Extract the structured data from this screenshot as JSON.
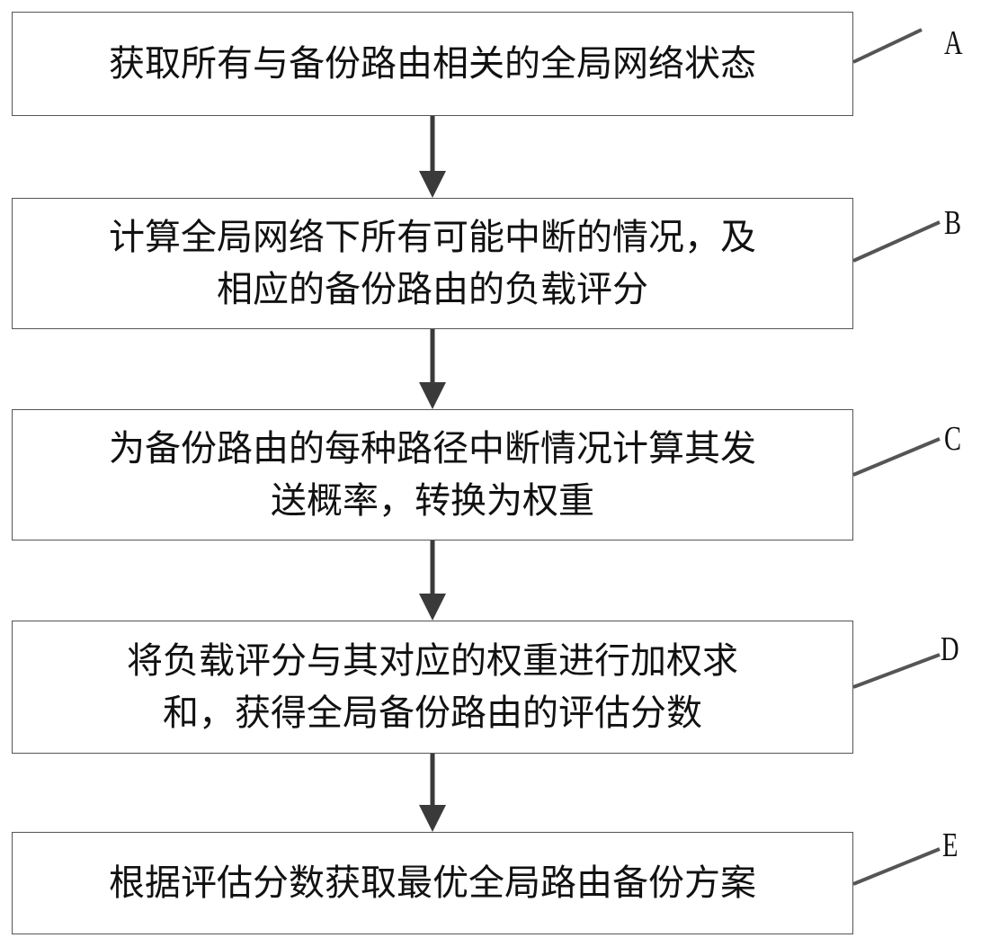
{
  "diagram": {
    "type": "flowchart",
    "direction": "top-to-bottom",
    "steps": [
      {
        "id": "A",
        "label": "A",
        "lines": [
          "获取所有与备份路由相关的全局网络状态"
        ]
      },
      {
        "id": "B",
        "label": "B",
        "lines": [
          "计算全局网络下所有可能中断的情况，及",
          "相应的备份路由的负载评分"
        ]
      },
      {
        "id": "C",
        "label": "C",
        "lines": [
          "为备份路由的每种路径中断情况计算其发",
          "送概率，转换为权重"
        ]
      },
      {
        "id": "D",
        "label": "D",
        "lines": [
          "将负载评分与其对应的权重进行加权求",
          "和，获得全局备份路由的评估分数"
        ]
      },
      {
        "id": "E",
        "label": "E",
        "lines": [
          "根据评估分数获取最优全局路由备份方案"
        ]
      }
    ],
    "edges": [
      {
        "from": "A",
        "to": "B"
      },
      {
        "from": "B",
        "to": "C"
      },
      {
        "from": "C",
        "to": "D"
      },
      {
        "from": "D",
        "to": "E"
      }
    ],
    "colors": {
      "box_border": "#555555",
      "arrow": "#3a3a3a",
      "text": "#111111",
      "background": "#ffffff"
    }
  }
}
